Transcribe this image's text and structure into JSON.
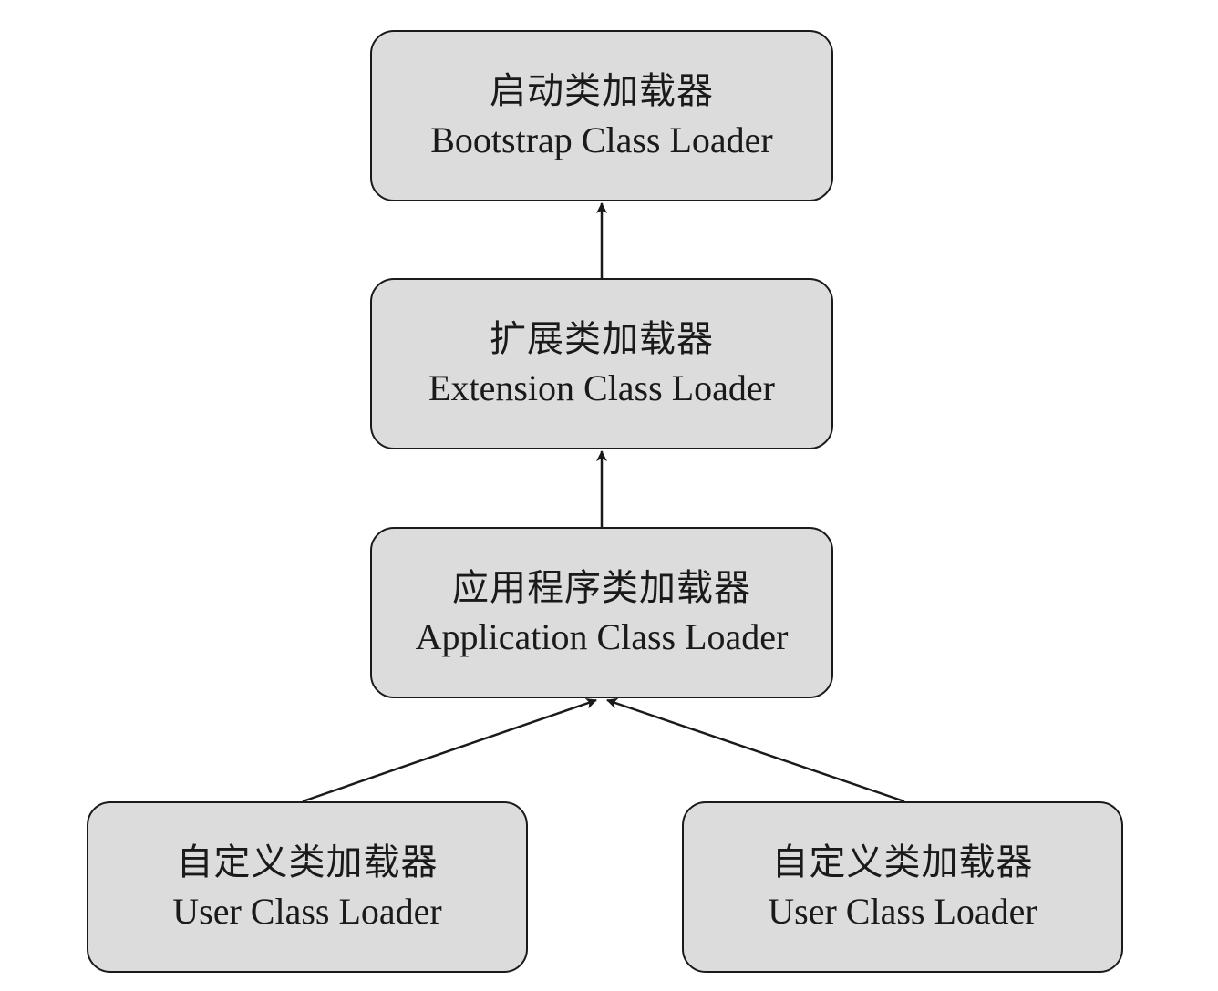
{
  "nodes": {
    "bootstrap": {
      "label_zh": "启动类加载器",
      "label_en": "Bootstrap Class Loader"
    },
    "extension": {
      "label_zh": "扩展类加载器",
      "label_en": "Extension Class Loader"
    },
    "application": {
      "label_zh": "应用程序类加载器",
      "label_en": "Application Class Loader"
    },
    "user_1": {
      "label_zh": "自定义类加载器",
      "label_en": "User Class Loader"
    },
    "user_2": {
      "label_zh": "自定义类加载器",
      "label_en": "User Class Loader"
    }
  },
  "edges": [
    {
      "from": "extension",
      "to": "bootstrap"
    },
    {
      "from": "application",
      "to": "extension"
    },
    {
      "from": "user_1",
      "to": "application"
    },
    {
      "from": "user_2",
      "to": "application"
    }
  ],
  "colors": {
    "node_fill": "#dcdcdc",
    "stroke": "#1a1a1a",
    "background": "#ffffff"
  }
}
